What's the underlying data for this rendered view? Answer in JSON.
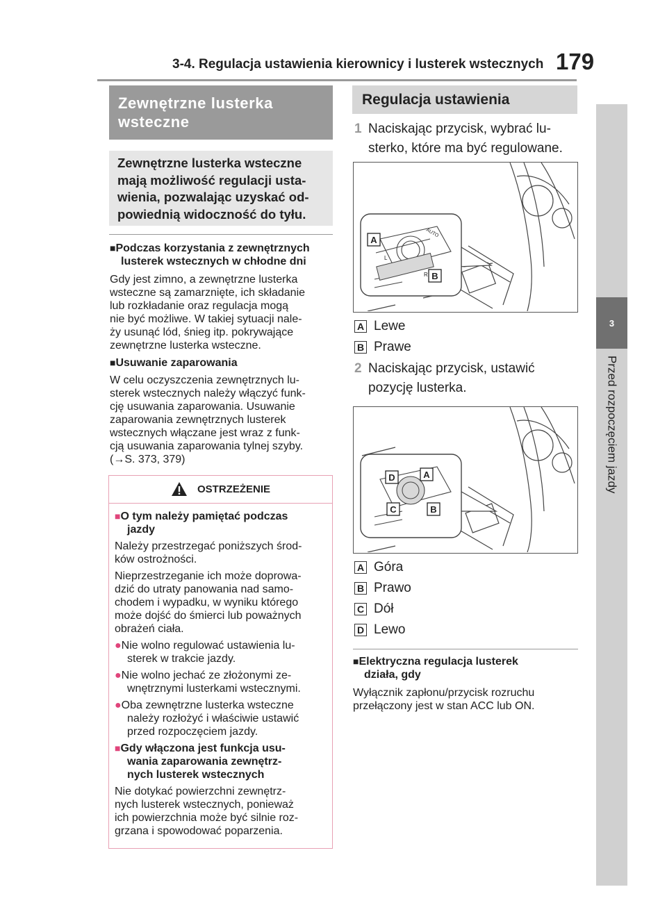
{
  "header": {
    "title": "3-4. Regulacja ustawienia kierownicy i lusterek wstecznych",
    "page_number": "179"
  },
  "side_tab": {
    "number": "3",
    "label": "Przed rozpoczęciem jazdy"
  },
  "left": {
    "section_title_line1": "Zewnętrzne lusterka",
    "section_title_line2": "wsteczne",
    "intro": [
      "Zewnętrzne lusterka wsteczne",
      "mają możliwość regulacji usta-",
      "wienia, pozwalając uzyskać od-",
      "powiednią widoczność do tyłu."
    ],
    "sub1_title_line1": "Podczas korzystania z zewnętrznych",
    "sub1_title_line2": "lusterek wstecznych w chłodne dni",
    "sub1_body": [
      "Gdy jest zimno, a zewnętrzne lusterka",
      "wsteczne są zamarznięte, ich składanie",
      "lub rozkładanie oraz regulacja mogą",
      "nie być możliwe. W takiej sytuacji nale-",
      "ży usunąć lód, śnieg itp. pokrywające",
      "zewnętrzne lusterka wsteczne."
    ],
    "sub2_title": "Usuwanie zaparowania",
    "sub2_body": [
      "W celu oczyszczenia zewnętrznych lu-",
      "sterek wstecznych należy włączyć funk-",
      "cję usuwania zaparowania. Usuwanie",
      "zaparowania zewnętrznych lusterek",
      "wstecznych włączane jest wraz z funk-",
      "cją usuwania zaparowania tylnej szyby.",
      "(→S. 373, 379)"
    ]
  },
  "warning": {
    "title": "OSTRZEŻENIE",
    "sub1_line1": "O tym należy pamiętać podczas",
    "sub1_line2": "jazdy",
    "sub1_body1": [
      "Należy przestrzegać poniższych środ-",
      "ków ostrożności."
    ],
    "sub1_body2": [
      "Nieprzestrzeganie ich może doprowa-",
      "dzić do utraty panowania nad samo-",
      "chodem i wypadku, w wyniku którego",
      "może dojść do śmierci lub poważnych",
      "obrażeń ciała."
    ],
    "bullets": [
      [
        "Nie wolno regulować ustawienia lu-",
        "sterek w trakcie jazdy."
      ],
      [
        "Nie wolno jechać ze złożonymi ze-",
        "wnętrznymi lusterkami wstecznymi."
      ],
      [
        "Oba zewnętrzne lusterka wsteczne",
        "należy rozłożyć i właściwie ustawić",
        "przed rozpoczęciem jazdy."
      ]
    ],
    "sub2_lines": [
      "Gdy włączona jest funkcja usu-",
      "wania zaparowania zewnętrz-",
      "nych lusterek wstecznych"
    ],
    "sub2_body": [
      "Nie dotykać powierzchni zewnętrz-",
      "nych lusterek wstecznych, ponieważ",
      "ich powierzchnia może być silnie roz-",
      "grzana i spowodować poparzenia."
    ]
  },
  "right": {
    "section_title": "Regulacja ustawienia",
    "step1_num": "1",
    "step1_line1": "Naciskając przycisk, wybrać lu-",
    "step1_line2": "sterko, które ma być regulowane.",
    "fig1_labels": {
      "a": "A",
      "b": "B",
      "auto": "AUTO",
      "l": "L",
      "r": "R"
    },
    "legend1": [
      {
        "key": "A",
        "text": "Lewe"
      },
      {
        "key": "B",
        "text": "Prawe"
      }
    ],
    "step2_num": "2",
    "step2_line1": "Naciskając przycisk, ustawić",
    "step2_line2": "pozycję lusterka.",
    "fig2_labels": {
      "a": "A",
      "b": "B",
      "c": "C",
      "d": "D"
    },
    "legend2": [
      {
        "key": "A",
        "text": "Góra"
      },
      {
        "key": "B",
        "text": "Prawo"
      },
      {
        "key": "C",
        "text": "Dół"
      },
      {
        "key": "D",
        "text": "Lewo"
      }
    ],
    "sub_title_line1": "Elektryczna regulacja lusterek",
    "sub_title_line2": "działa, gdy",
    "sub_body": [
      "Wyłącznik zapłonu/przycisk rozruchu",
      "przełączony jest w stan ACC lub ON."
    ]
  },
  "colors": {
    "accent_pink": "#e0457b",
    "warning_border": "#e8a0b4",
    "section_grey": "#9a9a9a"
  },
  "icons": {
    "warning": "warning-triangle-icon",
    "subheading": "square-bullet-icon",
    "bullet": "pink-dot-icon"
  }
}
